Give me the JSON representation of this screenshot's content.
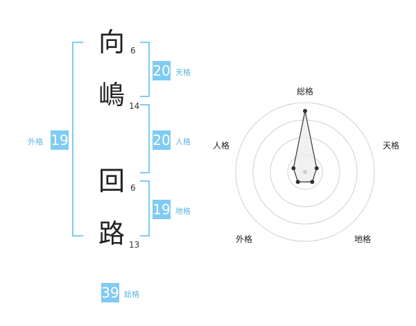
{
  "name": {
    "chars": [
      {
        "char": "向",
        "strokes": "6"
      },
      {
        "char": "嶋",
        "strokes": "14"
      },
      {
        "char": "回",
        "strokes": "6"
      },
      {
        "char": "路",
        "strokes": "13"
      }
    ]
  },
  "fortunes": {
    "tenkaku": {
      "value": "20",
      "label": "天格"
    },
    "jinkaku": {
      "value": "20",
      "label": "人格"
    },
    "chikaku": {
      "value": "19",
      "label": "地格"
    },
    "gaikaku": {
      "value": "19",
      "label": "外格"
    },
    "soukaku": {
      "value": "39",
      "label": "総格"
    }
  },
  "chart_data": {
    "type": "radar",
    "axes": [
      "総格",
      "天格",
      "地格",
      "外格",
      "人格"
    ],
    "values": [
      5,
      1,
      1,
      1,
      1
    ],
    "rmax": 5,
    "rings": 4,
    "colors": {
      "ring": "#d0d0d0",
      "fill": "#eeeeee",
      "line": "#333333",
      "point": "#333333",
      "center": "#cccccc"
    }
  }
}
